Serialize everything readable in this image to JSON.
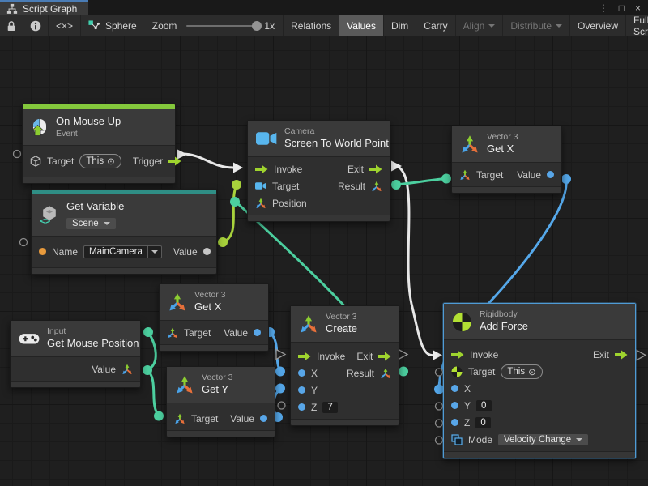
{
  "window": {
    "tab_title": "Script Graph",
    "menu_glyph": "⋮",
    "maximize_glyph": "□",
    "close_glyph": "×"
  },
  "toolbar": {
    "graph_name": "Sphere",
    "zoom_label": "Zoom",
    "zoom_value": "1x",
    "buttons": [
      {
        "label": "Relations",
        "state": "normal"
      },
      {
        "label": "Values",
        "state": "active"
      },
      {
        "label": "Dim",
        "state": "normal"
      },
      {
        "label": "Carry",
        "state": "normal"
      },
      {
        "label": "Align",
        "state": "disabled"
      },
      {
        "label": "Distribute",
        "state": "disabled"
      },
      {
        "label": "Overview",
        "state": "normal"
      },
      {
        "label": "Full Screen",
        "state": "normal"
      }
    ]
  },
  "nodes": {
    "on_mouse_up": {
      "title": "On Mouse Up",
      "subtitle": "Event",
      "target_label": "Target",
      "target_value": "This",
      "target_glyph": "⊙",
      "trigger_label": "Trigger"
    },
    "get_variable": {
      "title": "Get Variable",
      "scope_value": "Scene",
      "name_label": "Name",
      "name_value": "MainCamera",
      "value_label": "Value"
    },
    "camera": {
      "category": "Camera",
      "title": "Screen To World Point",
      "invoke_label": "Invoke",
      "exit_label": "Exit",
      "target_label": "Target",
      "result_label": "Result",
      "position_label": "Position"
    },
    "get_x_top": {
      "category": "Vector 3",
      "title": "Get X",
      "target_label": "Target",
      "value_label": "Value"
    },
    "get_x_mid": {
      "category": "Vector 3",
      "title": "Get X",
      "target_label": "Target",
      "value_label": "Value"
    },
    "get_y": {
      "category": "Vector 3",
      "title": "Get Y",
      "target_label": "Target",
      "value_label": "Value"
    },
    "get_mouse_position": {
      "category": "Input",
      "title": "Get Mouse Position",
      "value_label": "Value"
    },
    "create": {
      "category": "Vector 3",
      "title": "Create",
      "invoke_label": "Invoke",
      "exit_label": "Exit",
      "x_label": "X",
      "result_label": "Result",
      "y_label": "Y",
      "z_label": "Z",
      "z_value": "7"
    },
    "add_force": {
      "category": "Rigidbody",
      "title": "Add Force",
      "invoke_label": "Invoke",
      "exit_label": "Exit",
      "target_label": "Target",
      "target_value": "This",
      "target_glyph": "⊙",
      "x_label": "X",
      "y_label": "Y",
      "y_value": "0",
      "z_label": "Z",
      "z_value": "0",
      "mode_label": "Mode",
      "mode_value": "Velocity Change"
    }
  },
  "colors": {
    "flow_wire": "#e8e8e8",
    "object_wire": "#a8d23c",
    "vector_wire": "#4ccf9f",
    "float_wire": "#55a8ea",
    "event_stripe": "#84c83c",
    "variable_stripe": "#2f8e85",
    "selection": "#4f9bd5",
    "tab_accent": "#4a7cb5"
  }
}
